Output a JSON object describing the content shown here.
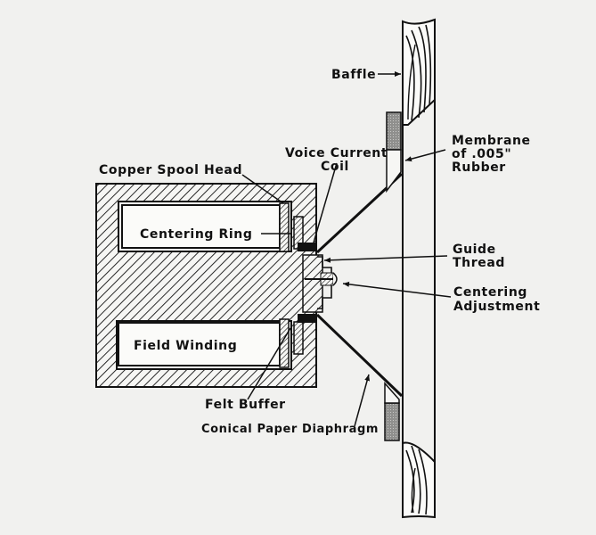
{
  "diagram": {
    "title": "Loudspeaker cross-section",
    "labels": {
      "baffle": "Baffle",
      "membrane_line1": "Membrane",
      "membrane_line2": "of .005\"",
      "membrane_line3": "Rubber",
      "voice_coil_line1": "Voice Current",
      "voice_coil_line2": "Coil",
      "copper_spool_head": "Copper Spool Head",
      "centering_ring": "Centering Ring",
      "guide_thread_line1": "Guide",
      "guide_thread_line2": "Thread",
      "centering_adjustment_line1": "Centering",
      "centering_adjustment_line2": "Adjustment",
      "field_winding": "Field Winding",
      "felt_buffer": "Felt Buffer",
      "conical_paper_diaphragm": "Conical Paper Diaphragm"
    },
    "colors": {
      "ink": "#111111",
      "paper": "#f1f1ef",
      "felt_gray": "#8a8a88"
    }
  }
}
